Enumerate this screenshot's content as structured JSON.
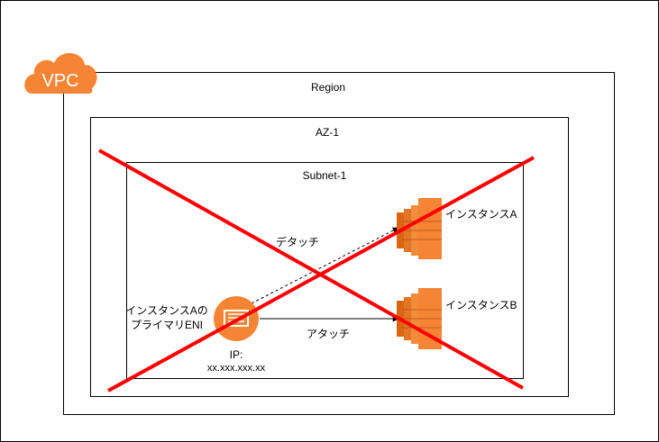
{
  "vpc": {
    "label": "VPC",
    "color": "#F58534"
  },
  "region": {
    "label": "Region"
  },
  "az": {
    "label": "AZ-1"
  },
  "subnet": {
    "label": "Subnet-1"
  },
  "eni": {
    "label_line1": "インスタンスAの",
    "label_line2": "プライマリENI",
    "ip_label": "IP:",
    "ip_value": "xx.xxx.xxx.xx",
    "color": "#F58534"
  },
  "instance_a": {
    "label": "インスタンスA",
    "color": "#F58534"
  },
  "instance_b": {
    "label": "インスタンスB",
    "color": "#F58534"
  },
  "edges": {
    "detach_label": "デタッチ",
    "attach_label": "アタッチ"
  },
  "cross": {
    "color": "#FF0000"
  }
}
